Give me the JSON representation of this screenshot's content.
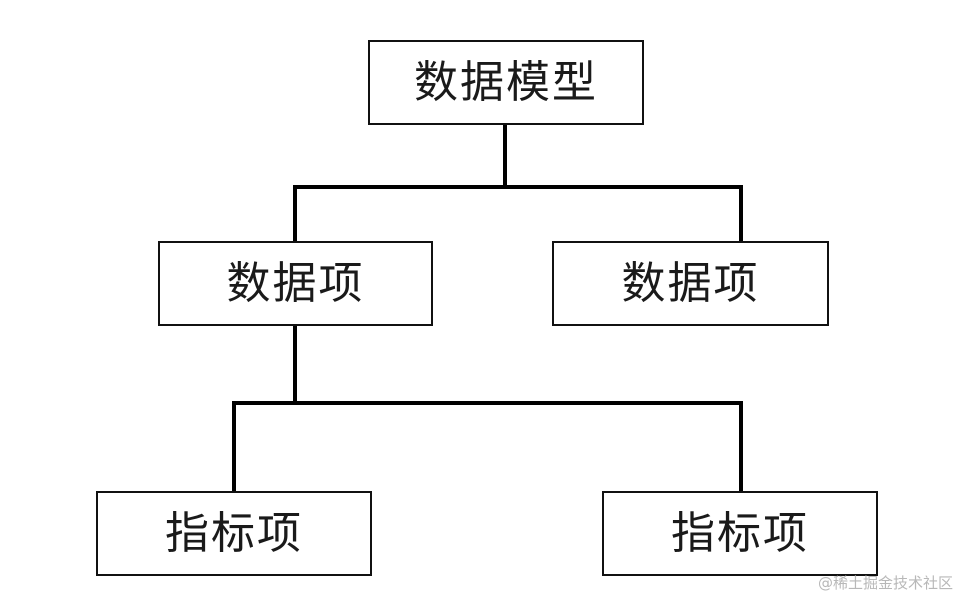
{
  "diagram": {
    "root": {
      "label": "数据模型"
    },
    "level_1": [
      {
        "label": "数据项"
      },
      {
        "label": "数据项"
      }
    ],
    "level_2": [
      {
        "label": "指标项"
      },
      {
        "label": "指标项"
      }
    ]
  },
  "watermark": {
    "text": "@稀土掘金技术社区"
  },
  "colors": {
    "line": "#000000",
    "border": "#111111",
    "text": "#1a1a1a",
    "background": "#ffffff",
    "watermark": "#b8b8b8"
  }
}
